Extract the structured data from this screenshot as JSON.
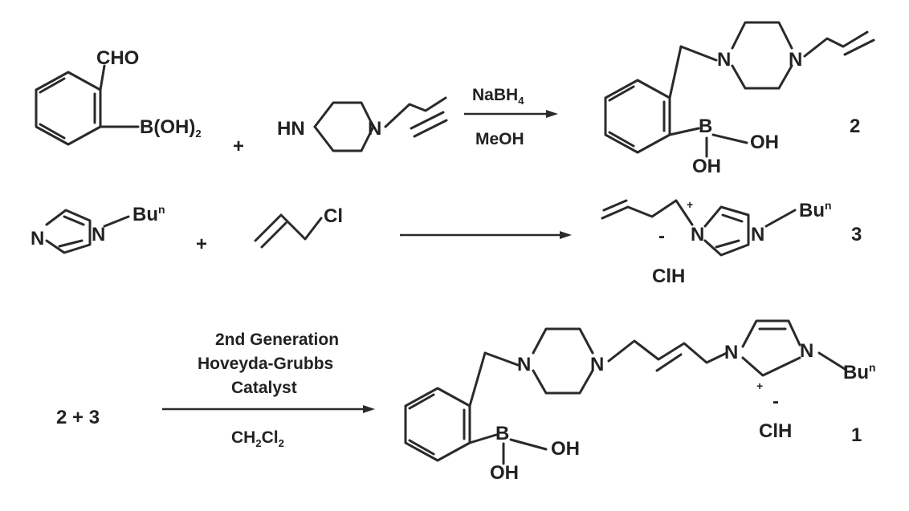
{
  "row1": {
    "aldehyde_label": "CHO",
    "boronic_label": "B(OH)",
    "boronic_sub": "2",
    "plus": "+",
    "hn_label": "HN",
    "n_label": "N",
    "arrow_top": "NaBH",
    "arrow_top_sub": "4",
    "arrow_bottom": "MeOH",
    "product": {
      "n1": "N",
      "n2": "N",
      "b": "B",
      "oh1": "OH",
      "oh2": "OH",
      "number": "2"
    }
  },
  "row2": {
    "n_a": "N",
    "n_b": "N",
    "bu": "Bu",
    "bu_sup": "n",
    "plus": "+",
    "cl": "Cl",
    "product": {
      "plus": "+",
      "minus": "-",
      "n1": "N",
      "n2": "N",
      "bu": "Bu",
      "bu_sup": "n",
      "clh": "ClH",
      "number": "3"
    }
  },
  "row3": {
    "reactants": "2 + 3",
    "catalyst_line1": "2nd Generation",
    "catalyst_line2": "Hoveyda-Grubbs",
    "catalyst_line3": "Catalyst",
    "solvent": "CH",
    "solvent_sub1": "2",
    "solvent_mid": "Cl",
    "solvent_sub2": "2",
    "product": {
      "n1": "N",
      "n2": "N",
      "n3": "N",
      "n4": "N",
      "plus": "+",
      "minus": "-",
      "bu": "Bu",
      "bu_sup": "n",
      "clh": "ClH",
      "b": "B",
      "oh1": "OH",
      "oh2": "OH",
      "number": "1"
    }
  }
}
